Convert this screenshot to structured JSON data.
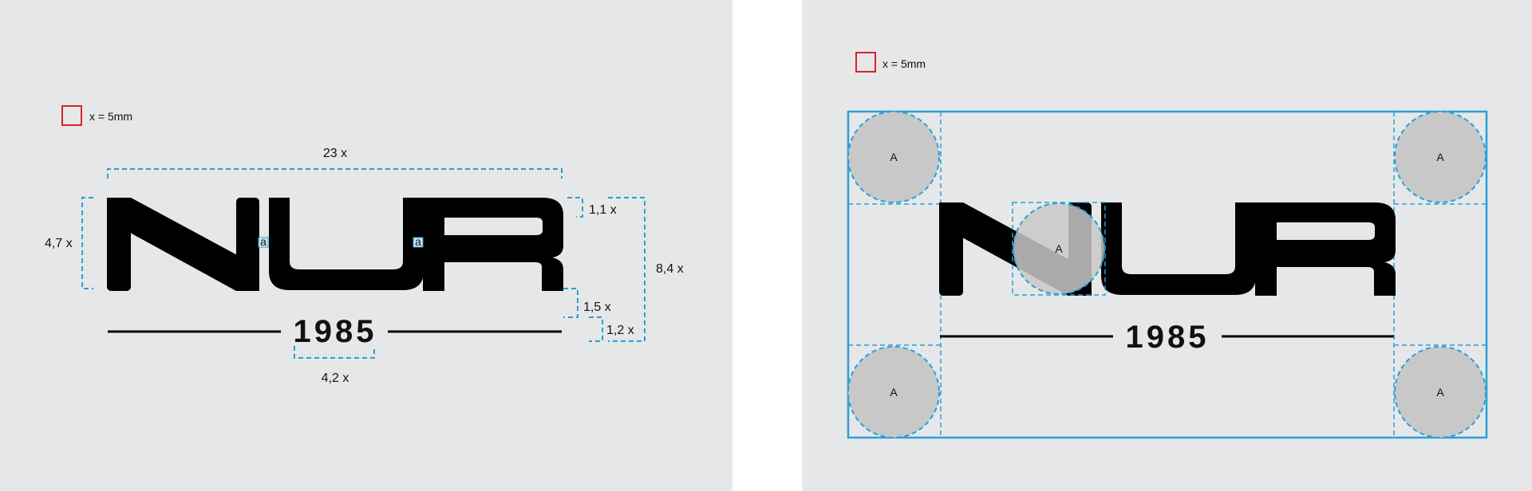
{
  "logo": {
    "wordmark": "NUR",
    "year": "1985"
  },
  "legend": {
    "unit_label": "x = 5mm",
    "unit_color": "#d8232a"
  },
  "accent_color": "#2a9fd6",
  "left_panel": {
    "dimensions": {
      "width": "23 x",
      "height": "4,7 x",
      "overall_height": "8,4 x",
      "top_gap": "1,1 x",
      "mid_gap": "1,5 x",
      "bottom_gap": "1,2 x",
      "year_width": "4,2 x",
      "letter_spacing": "a"
    }
  },
  "right_panel": {
    "clearspace_label": "A"
  }
}
